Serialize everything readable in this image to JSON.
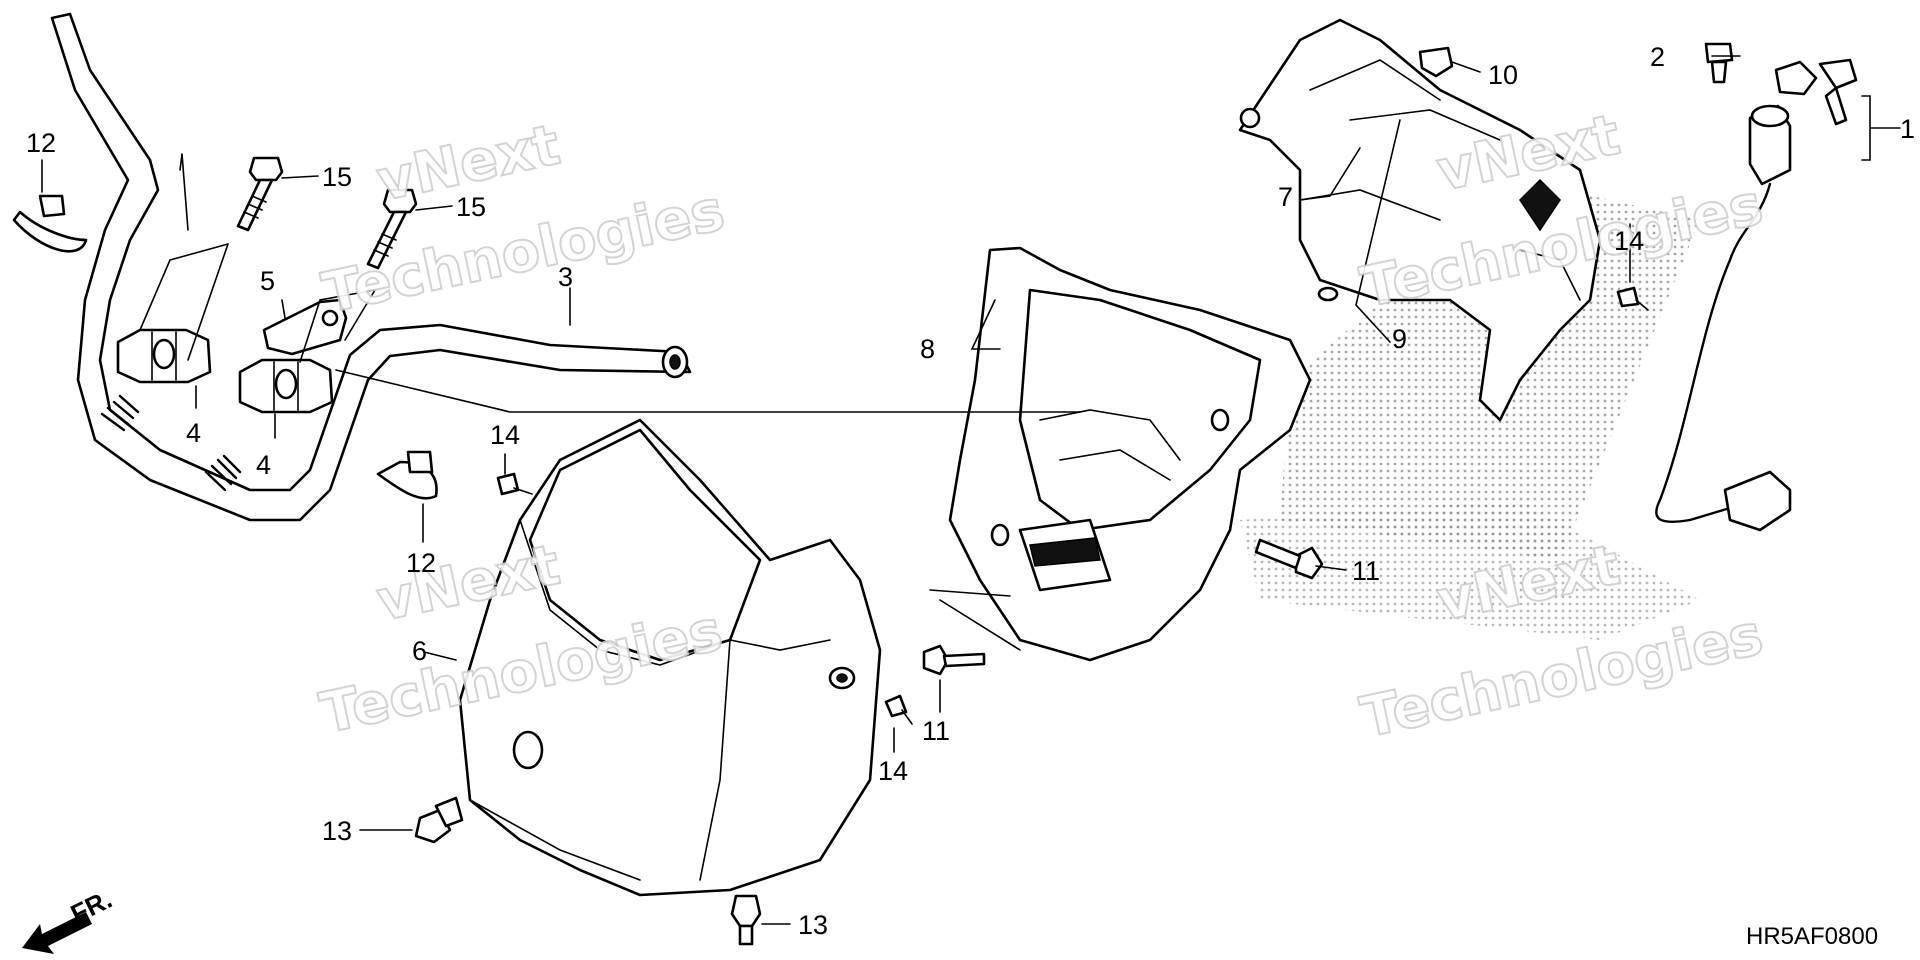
{
  "diagram": {
    "code": "HR5AF0800",
    "direction_label": "FR.",
    "watermark": [
      "vNext",
      "Technologies"
    ],
    "callouts": [
      "1",
      "2",
      "3",
      "4",
      "4",
      "5",
      "6",
      "7",
      "8",
      "9",
      "10",
      "11",
      "11",
      "12",
      "12",
      "13",
      "13",
      "14",
      "14",
      "14",
      "15",
      "15"
    ]
  },
  "colors": {
    "line": "#000000",
    "background": "#ffffff",
    "watermark": "#cfcfcf",
    "shading": "#9a9a9a"
  }
}
